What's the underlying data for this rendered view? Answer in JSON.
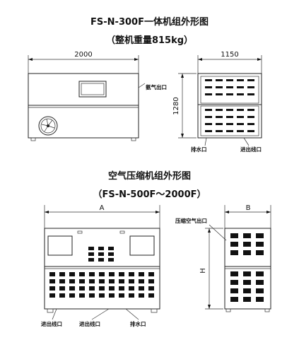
{
  "top_title": "FS-N-300F一体机组外形图",
  "top_subtitle": "（整机重量815kg）",
  "top_dims": {
    "width": "2000",
    "depth": "1150",
    "height": "1280"
  },
  "top_labels": {
    "vent": "氨气出口",
    "water": "排水口",
    "inlet": "进出线口"
  },
  "bottom_title": "空气压缩机组外形图",
  "bottom_subtitle": "（FS-N-500F～2000F）",
  "bottom_dims": {
    "width": "A",
    "depth": "B",
    "height": "H"
  },
  "bottom_labels": {
    "compressed_air": "压缩空气出口",
    "inlet_left": "进出线口",
    "inlet_mid": "进出线口",
    "drain": "排水口"
  },
  "colors": {
    "line": "#222222",
    "slot": "#111111"
  }
}
